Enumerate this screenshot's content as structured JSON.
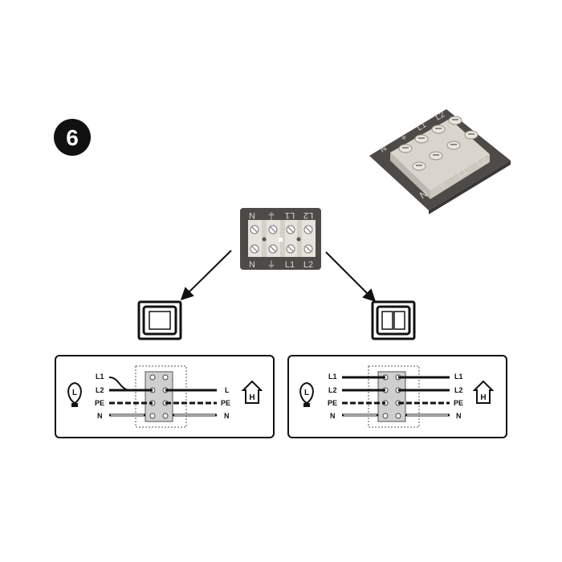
{
  "step": {
    "number": "6"
  },
  "colors": {
    "panel": "#4d4a47",
    "block": "#dedbd3",
    "arrow": "#111111",
    "frame": "#222222"
  },
  "terminal_3d": {
    "labels": [
      "N",
      "⏚",
      "L1",
      "L2"
    ],
    "top_labels": [
      "N",
      "⏚",
      "L1",
      "L2"
    ]
  },
  "terminal_flat": {
    "top_labels": [
      "N",
      "⏚",
      "L1",
      "L2"
    ],
    "bottom_labels": [
      "N",
      "⏚",
      "L1",
      "L2"
    ]
  },
  "switches": [
    {
      "type": "single-rocker"
    },
    {
      "type": "double-rocker"
    }
  ],
  "wiring": [
    {
      "left_labels": [
        "L1",
        "L2",
        "PE",
        "N"
      ],
      "right_labels": [
        "L",
        "PE",
        "N"
      ],
      "lamp_letter": "L",
      "house_letter": "H"
    },
    {
      "left_labels": [
        "L1",
        "L2",
        "PE",
        "N"
      ],
      "right_labels": [
        "L1",
        "L2",
        "PE",
        "N"
      ],
      "lamp_letter": "L",
      "house_letter": "H"
    }
  ]
}
